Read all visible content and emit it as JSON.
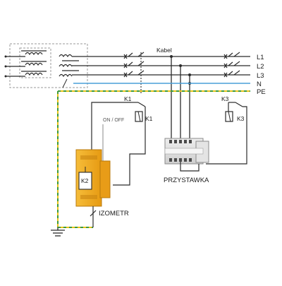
{
  "diagram": {
    "cable_label": "Kabel",
    "lines": [
      {
        "id": "L1",
        "label": "L1"
      },
      {
        "id": "L2",
        "label": "L2"
      },
      {
        "id": "L3",
        "label": "L3"
      },
      {
        "id": "N",
        "label": "N"
      },
      {
        "id": "PE",
        "label": "PE"
      }
    ],
    "contactor_k1": {
      "top_label": "K1",
      "coil_label": "K1"
    },
    "contactor_k3": {
      "top_label": "K3",
      "coil_label": "K3"
    },
    "switch_label": "ON / OFF",
    "device_k2_label": "K2",
    "attachment_label": "PRZYSTAWKA",
    "meter_label": "IZOMETR"
  },
  "colors": {
    "line": "#2b2b2b",
    "neutral": "#4a9fd8",
    "pe_yellow": "#e8c21a",
    "pe_green": "#3d9a3d",
    "device_orange": "#f0a81c",
    "device_orange_dark": "#d48c10",
    "module_gray": "#d9d9d9",
    "transformer_box": "#9a9a9a"
  }
}
